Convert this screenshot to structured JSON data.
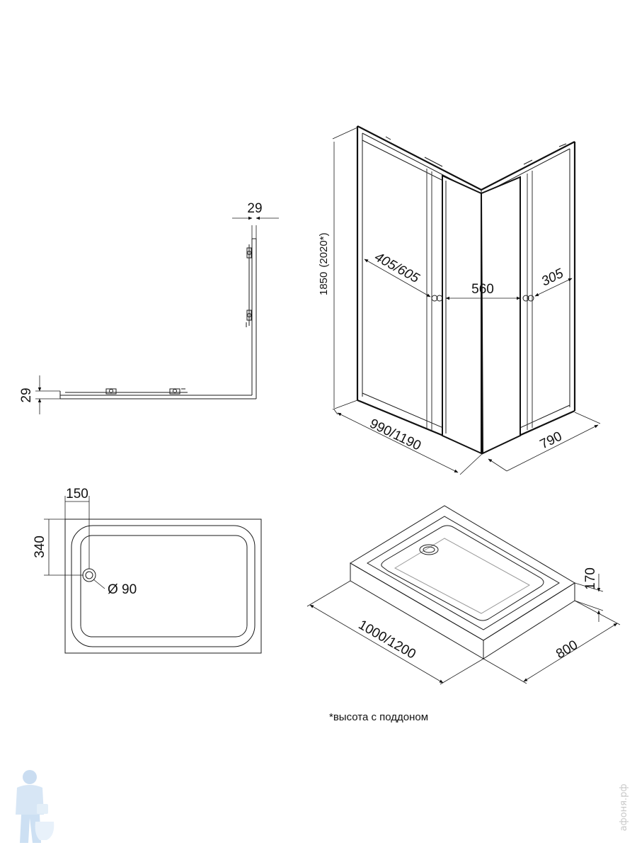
{
  "plan_view": {
    "dim_top": "29",
    "dim_left": "29"
  },
  "cabin_view": {
    "height": "1850",
    "height_alt": "(2020*)",
    "door_width": "405/605",
    "center_width": "560",
    "side_width": "305",
    "length": "990/1190",
    "depth": "790"
  },
  "tray_top_view": {
    "offset_x": "150",
    "offset_y": "340",
    "drain": "Ø 90"
  },
  "tray_iso_view": {
    "height": "170",
    "length": "1000/1200",
    "width": "800"
  },
  "footnote": "*высота с поддоном",
  "watermark": "афоня.рф"
}
